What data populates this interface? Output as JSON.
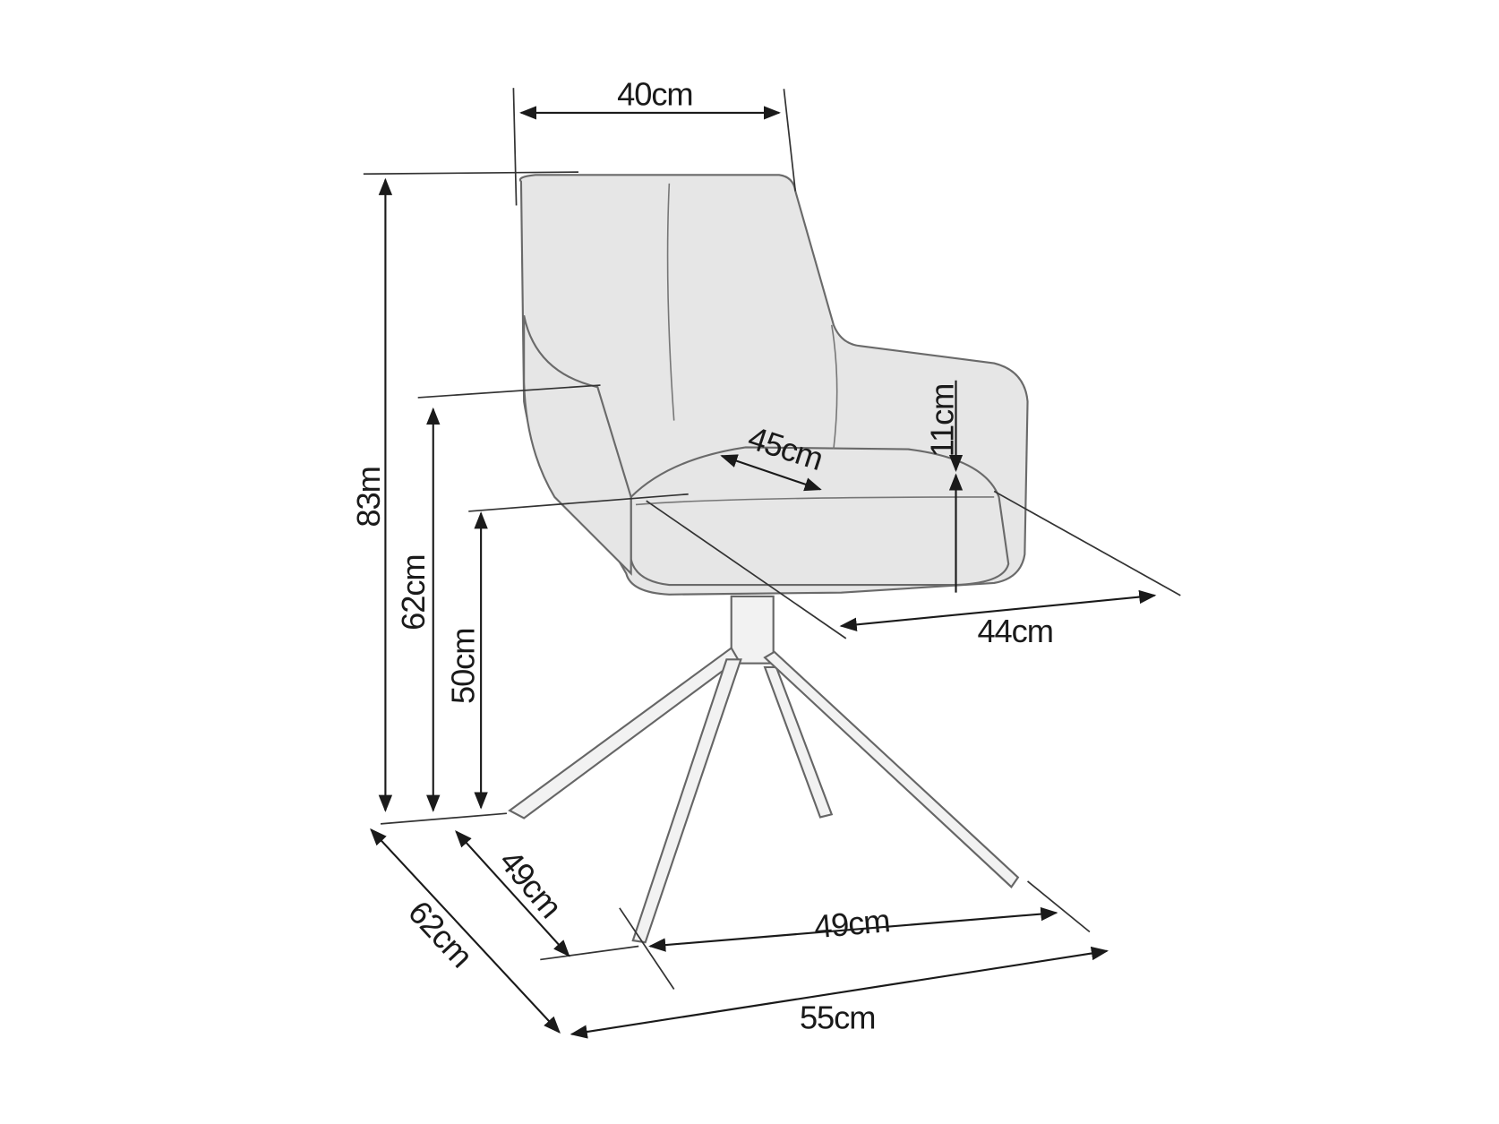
{
  "title": "Chair dimensions",
  "dimensions": {
    "backrest_width": "40cm",
    "total_height": "83m",
    "armrest_height": "62cm",
    "seat_height": "50cm",
    "seat_depth": "45cm",
    "armrest_above_seat": "11cm",
    "seat_width": "44cm",
    "total_depth": "62cm",
    "base_depth": "49cm",
    "base_width": "49cm",
    "total_width": "55cm"
  },
  "colors": {
    "line": "#1a1a1a",
    "upholstery": "#e6e6e6"
  }
}
